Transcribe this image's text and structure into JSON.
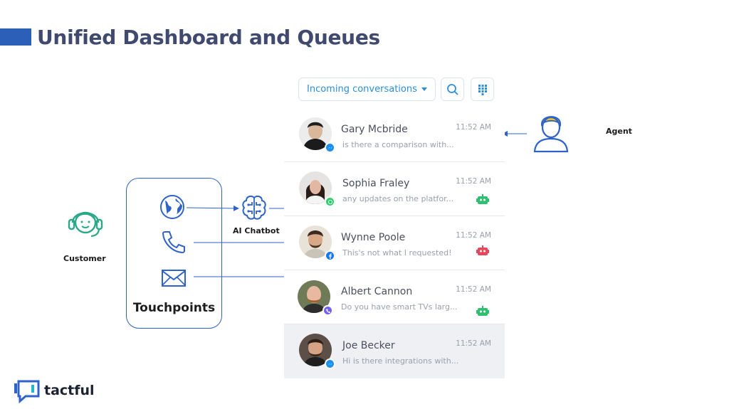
{
  "header": {
    "title": "Unified Dashboard and Queues"
  },
  "customer": {
    "label": "Customer",
    "icon": "customer-headset-icon",
    "color": "#2ba88a"
  },
  "touchpoints": {
    "label": "Touchpoints",
    "icons": [
      "globe-icon",
      "phone-icon",
      "mail-icon"
    ]
  },
  "chatbot": {
    "label": "AI Chatbot",
    "icon": "brain-icon"
  },
  "agent": {
    "label": "Agent",
    "icon": "agent-icon"
  },
  "controls": {
    "dropdown_value": "Incoming conversations",
    "search_icon": "search-icon",
    "dialpad_icon": "dialpad-icon"
  },
  "conversations": [
    {
      "name": "Gary Mcbride",
      "preview": "is there a comparison with...",
      "time": "11:52 AM",
      "channel": "messenger",
      "bot": "none"
    },
    {
      "name": "Sophia Fraley",
      "preview": "any updates on the platfor...",
      "time": "11:52 AM",
      "channel": "whatsapp",
      "bot": "green"
    },
    {
      "name": "Wynne Poole",
      "preview": "This's not what I requested!",
      "time": "11:52 AM",
      "channel": "facebook",
      "bot": "red"
    },
    {
      "name": "Albert Cannon",
      "preview": "Do you have smart TVs larg...",
      "time": "11:52 AM",
      "channel": "viber",
      "bot": "green"
    },
    {
      "name": "Joe Becker",
      "preview": "Hi is there integrations with...",
      "time": "11:52 AM",
      "channel": "messenger",
      "bot": "none"
    }
  ],
  "brand": {
    "name": "tactful"
  },
  "colors": {
    "accent": "#2f63c9",
    "bot_green": "#2fbf71",
    "bot_red": "#e5485d",
    "link_blue": "#2a8fd8"
  }
}
